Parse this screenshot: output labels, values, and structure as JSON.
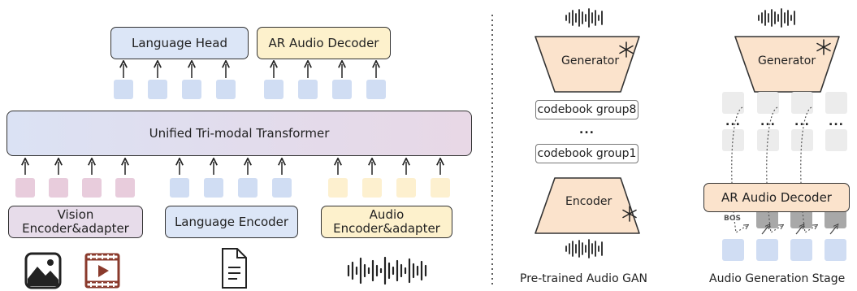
{
  "left": {
    "heads": {
      "language_head": "Language Head",
      "ar_audio_decoder": "AR Audio Decoder"
    },
    "transformer": "Unified Tri-modal Transformer",
    "encoders": {
      "vision": [
        "Vision",
        "Encoder&adapter"
      ],
      "language": "Language Encoder",
      "audio": [
        "Audio",
        "Encoder&adapter"
      ]
    }
  },
  "middle": {
    "generator": "Generator",
    "codebook_top": "codebook group8",
    "ellipsis": "...",
    "codebook_bottom": "codebook group1",
    "encoder": "Encoder",
    "caption": "Pre-trained Audio GAN"
  },
  "right": {
    "generator": "Generator",
    "ar_decoder": "AR Audio Decoder",
    "bos": "BOS",
    "ellipsis": "...",
    "caption": "Audio Generation Stage"
  },
  "colors": {
    "blue_box": "#dce6f7",
    "purple_box": "#e7dcea",
    "yellow_box": "#fdf1cc",
    "orange_box": "#fbe3cc",
    "blue_token": "#d0ddf3",
    "pink_token": "#e8ccdc",
    "yellow_token": "#fdf0cf",
    "gray_token": "#a8a8a8",
    "light_gray": "#ececec"
  },
  "icons": [
    "image-icon",
    "video-icon",
    "document-icon",
    "waveform-icon",
    "snowflake-icon"
  ]
}
